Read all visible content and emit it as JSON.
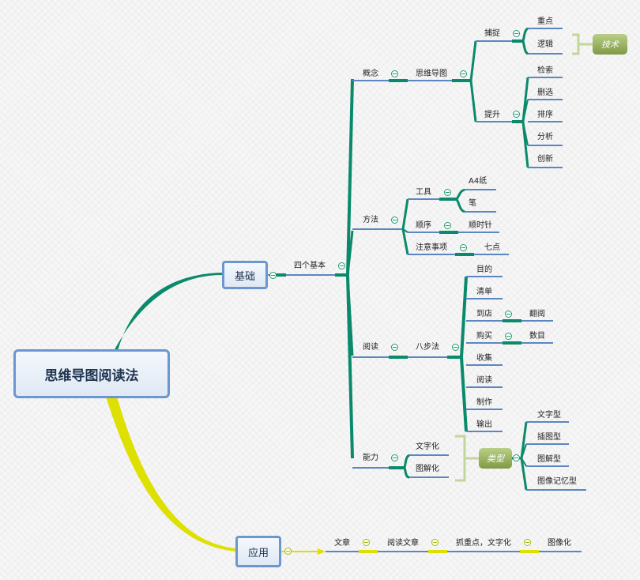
{
  "root": "思维导图阅读法",
  "branches": {
    "jichu": {
      "label": "基础",
      "sub": "四个基本",
      "gainian": {
        "label": "概念",
        "node": "思维导图",
        "buzhuo": {
          "label": "捕捉",
          "items": [
            "重点",
            "逻辑"
          ],
          "tag": "技术"
        },
        "tisheng": {
          "label": "提升",
          "items": [
            "检索",
            "删选",
            "排序",
            "分析",
            "创新"
          ]
        }
      },
      "fangfa": {
        "label": "方法",
        "gongju": {
          "label": "工具",
          "items": [
            "A4纸",
            "笔"
          ]
        },
        "shunxu": {
          "label": "顺序",
          "item": "顺时针"
        },
        "zhuyi": {
          "label": "注意事项",
          "item": "七点"
        }
      },
      "yuedu": {
        "label": "阅读",
        "node": "八步法",
        "steps": [
          "目的",
          "清单",
          "到店",
          "购买",
          "收集",
          "阅读",
          "制作",
          "输出"
        ],
        "daodian_child": "翻阅",
        "goumai_child": "数目"
      },
      "nengli": {
        "label": "能力",
        "items": [
          "文字化",
          "图解化"
        ],
        "tag": "类型",
        "types": [
          "文字型",
          "插图型",
          "图解型",
          "图像记忆型"
        ]
      }
    },
    "yingyong": {
      "label": "应用",
      "chain": [
        "文章",
        "阅读文章",
        "抓重点，文字化",
        "图像化"
      ]
    }
  },
  "colors": {
    "green": "#0a8a6a",
    "yellow": "#dde000",
    "blue": "#5a87c0",
    "tag_bracket": "#c3d79a"
  }
}
